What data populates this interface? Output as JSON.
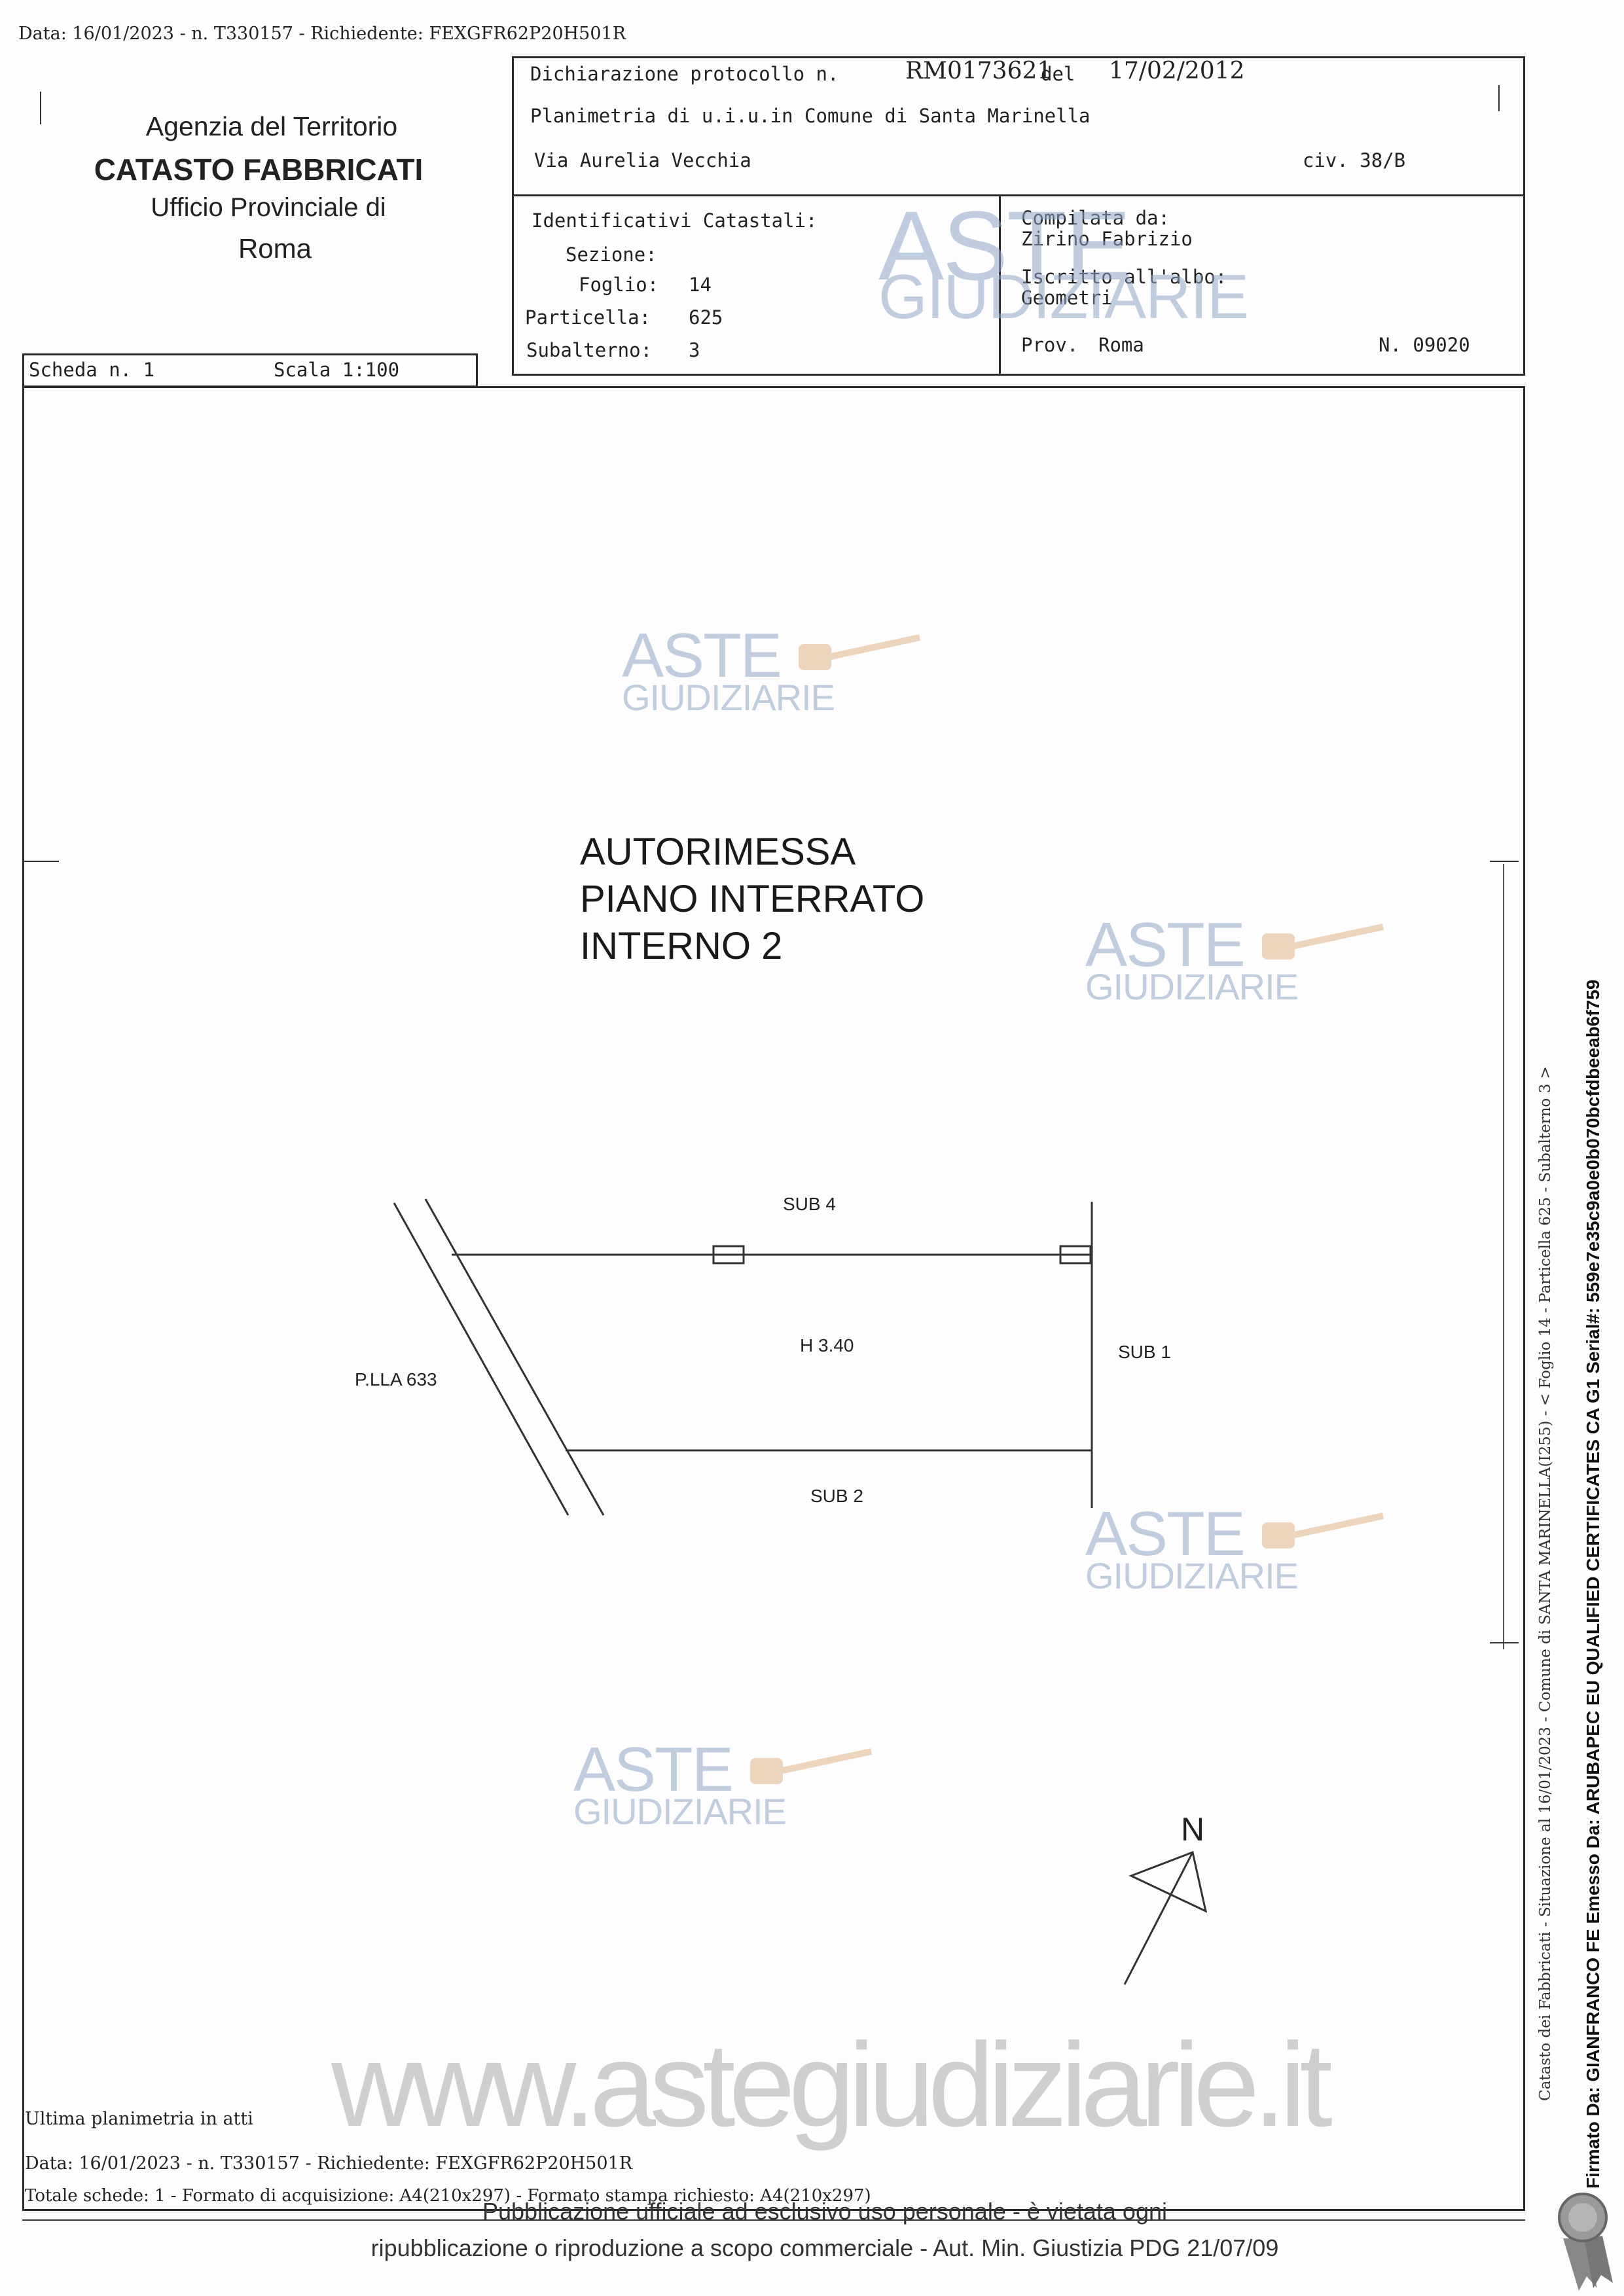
{
  "top_line": "Data: 16/01/2023 - n. T330157 - Richiedente: FEXGFR62P20H501R",
  "header_left": {
    "agency": "Agenzia del Territorio",
    "office": "CATASTO FABBRICATI",
    "provincial": "Ufficio Provinciale di",
    "city": "Roma"
  },
  "header_right": {
    "declaration_label": "Dichiarazione protocollo n.",
    "declaration_number": "RM0173621",
    "declaration_del": "del",
    "declaration_date": "17/02/2012",
    "plan_line": "Planimetria di u.i.u.in Comune di Santa Marinella",
    "address": "Via Aurelia Vecchia",
    "civic": "civ. 38/B"
  },
  "identifiers": {
    "title": "Identificativi Catastali:",
    "sezione_label": "Sezione:",
    "sezione_value": "",
    "foglio_label": "Foglio:",
    "foglio_value": "14",
    "particella_label": "Particella:",
    "particella_value": "625",
    "subalterno_label": "Subalterno:",
    "subalterno_value": "3"
  },
  "compiler": {
    "label": "Compilata da:",
    "name": "Zirino Fabrizio",
    "albo_label": "Iscritto all'albo:",
    "albo_value": "Geometri",
    "prov_label": "Prov.",
    "prov_value": "Roma",
    "number": "N. 09020"
  },
  "sheet": {
    "scheda": "Scheda n. 1",
    "scala": "Scala 1:100"
  },
  "plan": {
    "title_line1": "AUTORIMESSA",
    "title_line2": "PIANO INTERRATO",
    "title_line3": "INTERNO 2",
    "sub4": "SUB 4",
    "height": "H 3.40",
    "sub1": "SUB 1",
    "plla": "P.LLA 633",
    "sub2": "SUB 2",
    "north": "N"
  },
  "watermark": {
    "word1": "ASTE",
    "word2": "GIUDIZIARIE",
    "website": "www.astegiudiziarie.it",
    "color": "#8fa6c8"
  },
  "footer": {
    "last_plan": "Ultima planimetria in atti",
    "data_line": "Data: 16/01/2023 - n. T330157 - Richiedente: FEXGFR62P20H501R",
    "schede_line": "Totale schede: 1 - Formato di acquisizione: A4(210x297) - Formato stampa richiesto: A4(210x297)",
    "notice_line1": "Pubblicazione ufficiale ad esclusivo uso personale - è vietata ogni",
    "notice_line2": "ripubblicazione o riproduzione a scopo commerciale - Aut. Min. Giustizia PDG 21/07/09"
  },
  "side_text": {
    "catasto": "Catasto dei Fabbricati - Situazione al 16/01/2023 - Comune di SANTA MARINELLA(I255) - < Foglio 14 - Particella 625 - Subalterno 3 >",
    "signature": "Firmato Da: GIANFRANCO FE Emesso Da: ARUBAPEC EU QUALIFIED CERTIFICATES CA G1 Serial#: 559e7e35c9a0e0b070bcfdbeeab6f759"
  }
}
